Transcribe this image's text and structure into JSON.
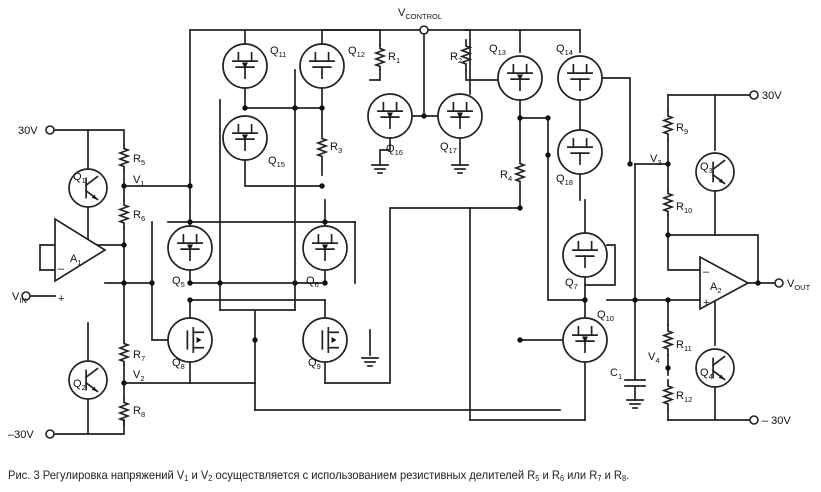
{
  "schematic": {
    "supply_labels": {
      "pos_left": "30V",
      "neg_left": "–30V",
      "pos_right": "30V",
      "neg_right": "– 30V",
      "control": "V",
      "control_sub": "CONTROL"
    },
    "io_labels": {
      "vin": "V",
      "vin_sub": "IN",
      "vout": "V",
      "vout_sub": "OUT"
    },
    "node_labels": [
      {
        "id": "v1",
        "t": "V",
        "s": "1"
      },
      {
        "id": "v2",
        "t": "V",
        "s": "2"
      },
      {
        "id": "v3",
        "t": "V",
        "s": "3"
      },
      {
        "id": "v4",
        "t": "V",
        "s": "4"
      }
    ],
    "amplifiers": [
      {
        "id": "a1",
        "t": "A",
        "s": "1",
        "minus": "–",
        "plus": "+"
      },
      {
        "id": "a2",
        "t": "A",
        "s": "2",
        "minus": "–",
        "plus": "+"
      }
    ],
    "transistors": [
      {
        "id": "q1",
        "t": "Q",
        "s": "1"
      },
      {
        "id": "q2",
        "t": "Q",
        "s": "2"
      },
      {
        "id": "q3",
        "t": "Q",
        "s": "3"
      },
      {
        "id": "q4",
        "t": "Q",
        "s": "4"
      },
      {
        "id": "q5",
        "t": "Q",
        "s": "5"
      },
      {
        "id": "q6",
        "t": "Q",
        "s": "6"
      },
      {
        "id": "q7",
        "t": "Q",
        "s": "7"
      },
      {
        "id": "q8",
        "t": "Q",
        "s": "8"
      },
      {
        "id": "q9",
        "t": "Q",
        "s": "9"
      },
      {
        "id": "q10",
        "t": "Q",
        "s": "10"
      },
      {
        "id": "q11",
        "t": "Q",
        "s": "11"
      },
      {
        "id": "q12",
        "t": "Q",
        "s": "12"
      },
      {
        "id": "q13",
        "t": "Q",
        "s": "13"
      },
      {
        "id": "q14",
        "t": "Q",
        "s": "14"
      },
      {
        "id": "q15",
        "t": "Q",
        "s": "15"
      },
      {
        "id": "q16",
        "t": "Q",
        "s": "16"
      },
      {
        "id": "q17",
        "t": "Q",
        "s": "17"
      },
      {
        "id": "q18",
        "t": "Q",
        "s": "18"
      }
    ],
    "resistors": [
      {
        "id": "r1",
        "t": "R",
        "s": "1"
      },
      {
        "id": "r2",
        "t": "R",
        "s": "2"
      },
      {
        "id": "r3",
        "t": "R",
        "s": "3"
      },
      {
        "id": "r4",
        "t": "R",
        "s": "4"
      },
      {
        "id": "r5",
        "t": "R",
        "s": "5"
      },
      {
        "id": "r6",
        "t": "R",
        "s": "6"
      },
      {
        "id": "r7",
        "t": "R",
        "s": "7"
      },
      {
        "id": "r8",
        "t": "R",
        "s": "8"
      },
      {
        "id": "r9",
        "t": "R",
        "s": "9"
      },
      {
        "id": "r10",
        "t": "R",
        "s": "10"
      },
      {
        "id": "r11",
        "t": "R",
        "s": "11"
      },
      {
        "id": "r12",
        "t": "R",
        "s": "12"
      }
    ],
    "capacitors": [
      {
        "id": "c1",
        "t": "C",
        "s": "1"
      }
    ]
  },
  "caption": {
    "text": "Рис. 3 Регулировка напряжений V",
    "s1": "1",
    "t2": " и V",
    "s2": "2",
    "t3": " осуществляется с использованием резистивных делителей R",
    "s3": "5",
    "t4": " и R",
    "s4": "6",
    "t5": " или R",
    "s5": "7",
    "t6": " и R",
    "s6": "8",
    "t7": "."
  }
}
